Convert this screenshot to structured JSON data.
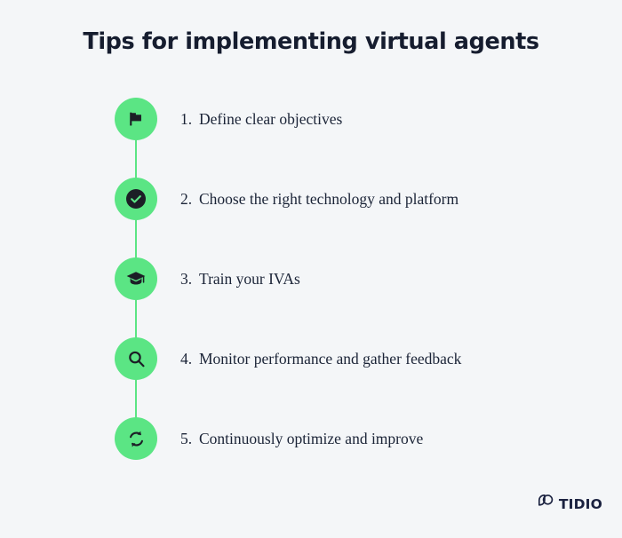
{
  "page": {
    "background_color": "#f4f6f8",
    "accent_color": "#5be584",
    "text_color": "#1b2437"
  },
  "header": {
    "title": "Tips for implementing virtual agents"
  },
  "timeline": {
    "connector_color": "#5be584",
    "steps": [
      {
        "number": "1.",
        "label": "Define clear objectives",
        "icon": "flag-icon",
        "icon_style": "solid"
      },
      {
        "number": "2.",
        "label": "Choose the right technology and platform",
        "icon": "check-circle-icon",
        "icon_style": "inverted"
      },
      {
        "number": "3.",
        "label": "Train your IVAs",
        "icon": "graduation-cap-icon",
        "icon_style": "solid"
      },
      {
        "number": "4.",
        "label": "Monitor performance and gather feedback",
        "icon": "magnifier-icon",
        "icon_style": "outline"
      },
      {
        "number": "5.",
        "label": "Continuously optimize and improve",
        "icon": "refresh-icon",
        "icon_style": "outline"
      }
    ]
  },
  "footer": {
    "logo_mark": "tidio-bubble-icon",
    "logo_text": "TIDIO",
    "logo_color": "#1b2240"
  }
}
